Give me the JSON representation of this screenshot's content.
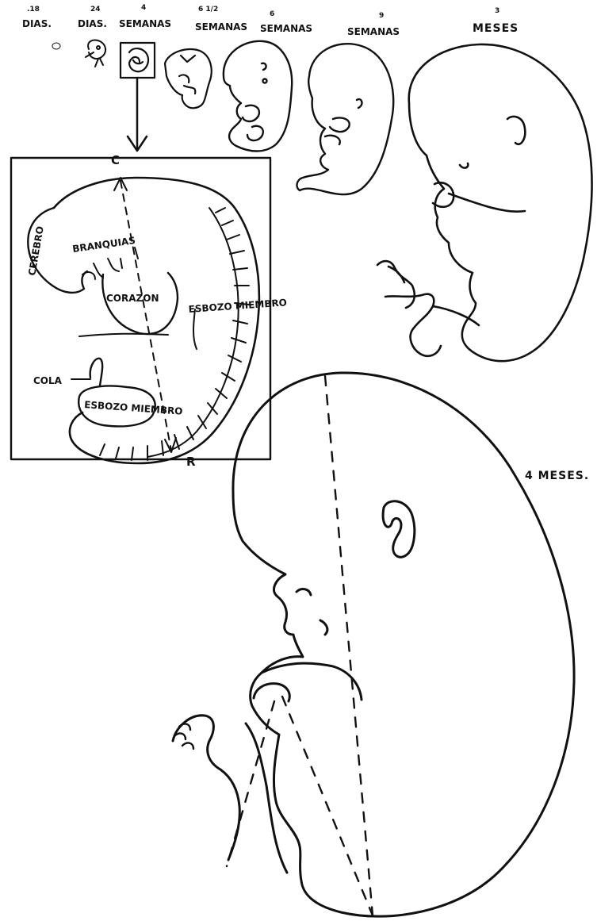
{
  "stages": [
    {
      "number": ".18",
      "unit": "DIAS."
    },
    {
      "number": "24",
      "unit": "DIAS."
    },
    {
      "number": "4",
      "unit": "SEMANAS"
    },
    {
      "number": "6 1/2",
      "unit": "SEMANAS"
    },
    {
      "number": "6",
      "unit": "SEMANAS"
    },
    {
      "number": "9",
      "unit": "SEMANAS"
    },
    {
      "number": "3",
      "unit": "MESES"
    }
  ],
  "inset": {
    "top_marker": "C",
    "bottom_marker": "R",
    "labels": {
      "brain": "CEREBRO",
      "gills": "BRANQUIAS",
      "heart": "CORAZON",
      "upper_limb_bud": "ESBOZO MIEMBRO",
      "tail": "COLA",
      "lower_limb_bud": "ESBOZO MIEMBRO"
    }
  },
  "large_figure": {
    "label": "4 MESES."
  }
}
